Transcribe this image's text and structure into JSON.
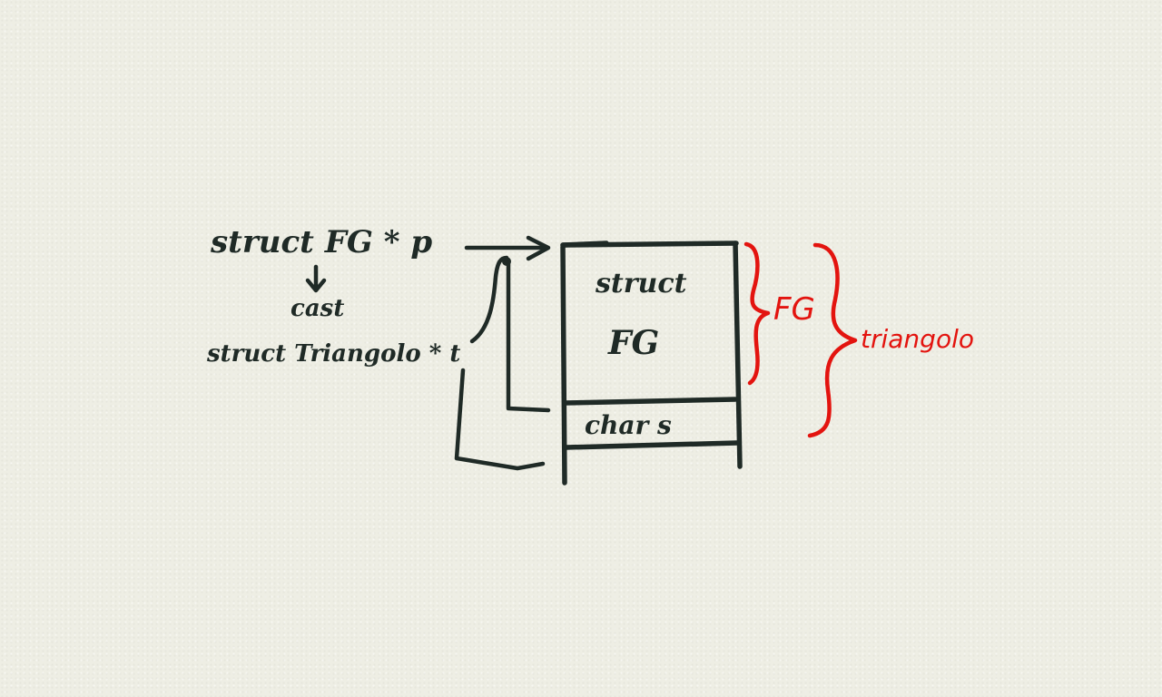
{
  "declaration": {
    "pointer_decl": "struct FG * p",
    "cast_label": "cast",
    "target_decl": "struct Triangolo * t"
  },
  "memory_block": {
    "top_label_1": "struct",
    "top_label_2": "FG",
    "field_label": "char s"
  },
  "annotations": {
    "base_brace_label": "FG",
    "derived_brace_label": "triangolo"
  },
  "colors": {
    "ink": "#1f2a26",
    "annotation": "#e3140f",
    "paper": "#eeeee4"
  }
}
